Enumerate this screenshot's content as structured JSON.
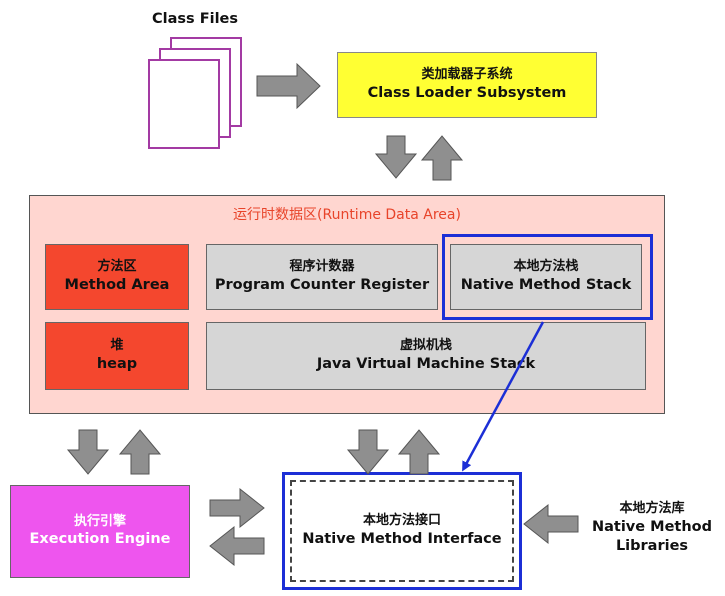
{
  "class_files": {
    "label": "Class Files"
  },
  "class_loader": {
    "zh": "类加载器子系统",
    "en": "Class Loader Subsystem"
  },
  "runtime_area": {
    "title": "运行时数据区(Runtime Data Area)"
  },
  "method_area": {
    "zh": "方法区",
    "en": "Method Area"
  },
  "pc_register": {
    "zh": "程序计数器",
    "en": "Program Counter Register"
  },
  "native_stack": {
    "zh": "本地方法栈",
    "en": "Native Method Stack"
  },
  "heap": {
    "zh": "堆",
    "en": "heap"
  },
  "jvm_stack": {
    "zh": "虚拟机栈",
    "en": "Java Virtual Machine Stack"
  },
  "exec_engine": {
    "zh": "执行引擎",
    "en": "Execution Engine"
  },
  "native_interface": {
    "zh": "本地方法接口",
    "en": "Native Method Interface"
  },
  "native_libs": {
    "zh": "本地方法库",
    "en1": "Native Method",
    "en2": "Libraries"
  },
  "colors": {
    "yellow": "#ffff33",
    "runtime_bg": "#ffd6d0",
    "red_box": "#f4472e",
    "gray_box": "#d6d6d6",
    "magenta": "#ee55ee",
    "blue": "#1c2fd6",
    "arrow": "#8f8f8f"
  }
}
